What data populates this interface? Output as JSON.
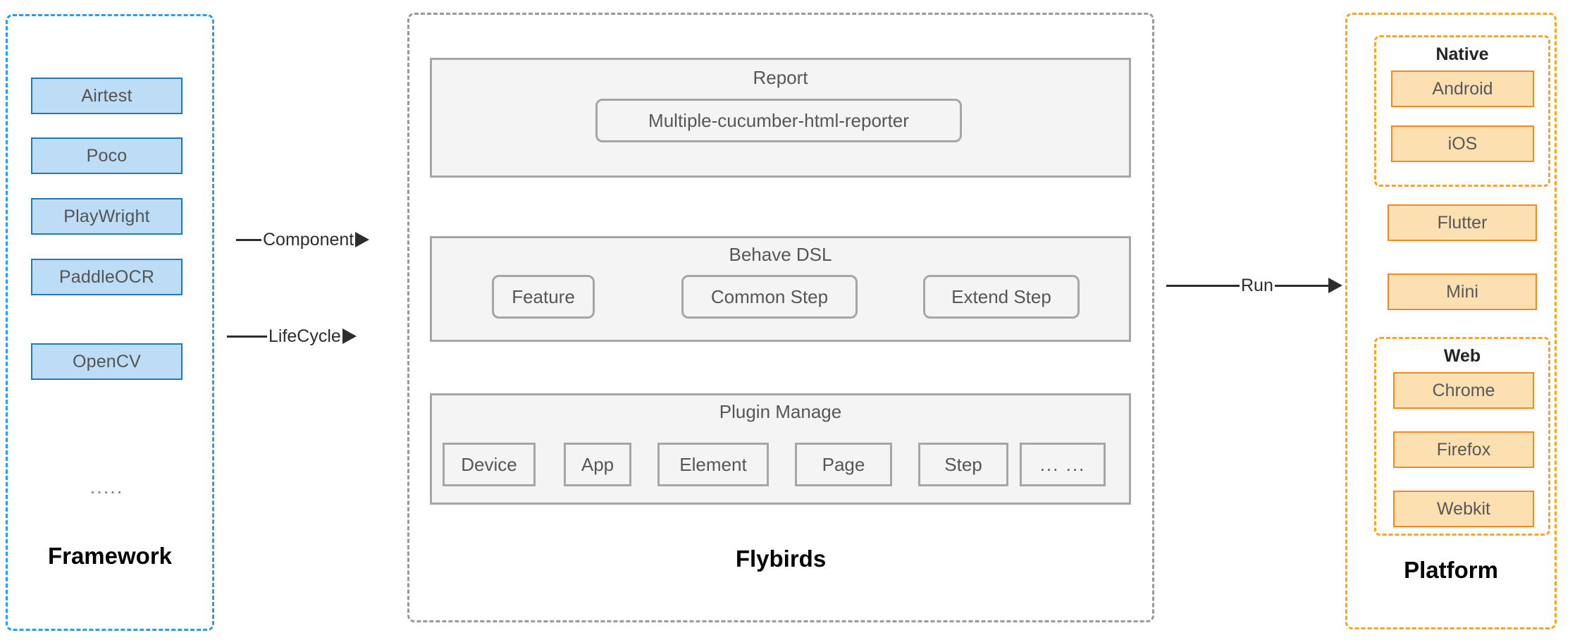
{
  "diagram": {
    "columns": {
      "framework": {
        "title": "Framework",
        "items": [
          {
            "label": "Airtest"
          },
          {
            "label": "Poco"
          },
          {
            "label": "PlayWright"
          },
          {
            "label": "PaddleOCR"
          },
          {
            "label": "OpenCV"
          }
        ],
        "ellipsis": ".....",
        "border_color": "#2b9cf0",
        "item_fill": "#bcddf5",
        "item_border": "#2878b5"
      },
      "flybirds": {
        "title": "Flybirds",
        "border_color": "#9a9a9a",
        "sections": [
          {
            "title": "Report",
            "items": [
              {
                "label": "Multiple-cucumber-html-reporter"
              }
            ]
          },
          {
            "title": "Behave DSL",
            "items": [
              {
                "label": "Feature"
              },
              {
                "label": "Common Step"
              },
              {
                "label": "Extend Step"
              }
            ]
          },
          {
            "title": "Plugin Manage",
            "items": [
              {
                "label": "Device"
              },
              {
                "label": "App"
              },
              {
                "label": "Element"
              },
              {
                "label": "Page"
              },
              {
                "label": "Step"
              },
              {
                "label": "... ..."
              }
            ]
          }
        ]
      },
      "platform": {
        "title": "Platform",
        "border_color": "#f5a623",
        "item_fill": "#fce0b2",
        "item_border": "#ef8b22",
        "groups": [
          {
            "title": "Native",
            "items": [
              {
                "label": "Android"
              },
              {
                "label": "iOS"
              }
            ]
          },
          {
            "title": "Web",
            "items": [
              {
                "label": "Chrome"
              },
              {
                "label": "Firefox"
              },
              {
                "label": "Webkit"
              }
            ]
          }
        ],
        "standalone": [
          {
            "label": "Flutter"
          },
          {
            "label": "Mini"
          }
        ]
      }
    },
    "arrows": [
      {
        "label": "Component",
        "from": "framework",
        "to": "flybirds"
      },
      {
        "label": "LifeCycle",
        "from": "framework",
        "to": "flybirds"
      },
      {
        "label": "Run",
        "from": "flybirds",
        "to": "platform"
      }
    ]
  }
}
